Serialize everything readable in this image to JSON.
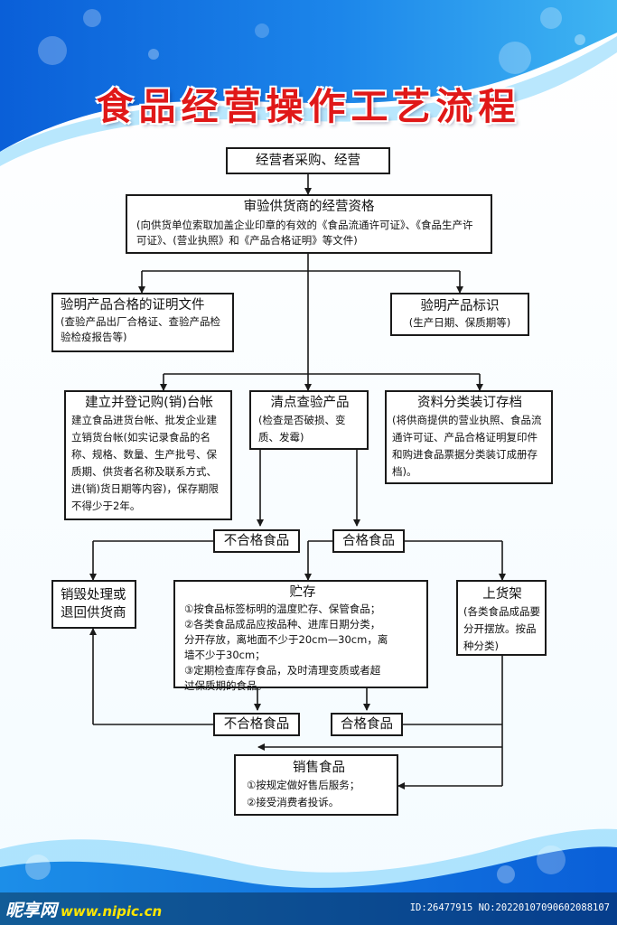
{
  "title": "食品经营操作工艺流程",
  "nodes": {
    "purchase": "经营者采购、经营",
    "review_title": "审验供货商的经营资格",
    "review_desc": "(向供货单位索取加盖企业印章的有效的《食品流通许可证》、《食品生产许可证》、(营业执照》和《产品合格证明》等文件)",
    "verify_cert_title": "验明产品合格的证明文件",
    "verify_cert_desc": "(查验产品出厂合格证、查验产品检验检疫报告等)",
    "verify_label_title": "验明产品标识",
    "verify_label_desc": "(生产日期、保质期等)",
    "ledger_title": "建立并登记购(销)台帐",
    "ledger_desc": "建立食品进货台帐、批发企业建立销货台帐(如实记录食品的名称、规格、数量、生产批号、保质期、供货者名称及联系方式、进(销)货日期等内容)，保存期限不得少于2年。",
    "inspect_title": "清点查验产品",
    "inspect_desc": "(检查是否破损、变质、发霉)",
    "archive_title": "资料分类装订存档",
    "archive_desc": "(将供商提供的营业执照、食品流通许可证、产品合格证明复印件和购进食品票据分类装订成册存档)。",
    "unqualified_1": "不合格食品",
    "qualified_1": "合格食品",
    "destroy": "销毁处理或退回供货商",
    "storage_title": "贮存",
    "storage_lines": [
      "①按食品标签标明的温度贮存、保管食品；",
      "②各类食品成品应按品种、进库日期分类，",
      "分开存放，离地面不少于20cm—30cm，离",
      "墙不少于30cm；",
      "③定期检查库存食品，及时清理变质或者超",
      "过保质期的食品。"
    ],
    "shelf_title": "上货架",
    "shelf_desc": "(各类食品成品要分开摆放。按品种分类)",
    "unqualified_2": "不合格食品",
    "qualified_2": "合格食品",
    "sale_title": "销售食品",
    "sale_lines": [
      "①按规定做好售后服务；",
      "②接受消费者投诉。"
    ]
  },
  "footer": {
    "logo_text": "昵享网",
    "logo_url": "www.nipic.cn",
    "image_id": "ID:26477915 NO:20220107090602088107"
  },
  "colors": {
    "title": "#e01818",
    "sky_dark": "#0a5fd8",
    "sky_light": "#3fb5f2",
    "line": "#1a1a1a"
  }
}
